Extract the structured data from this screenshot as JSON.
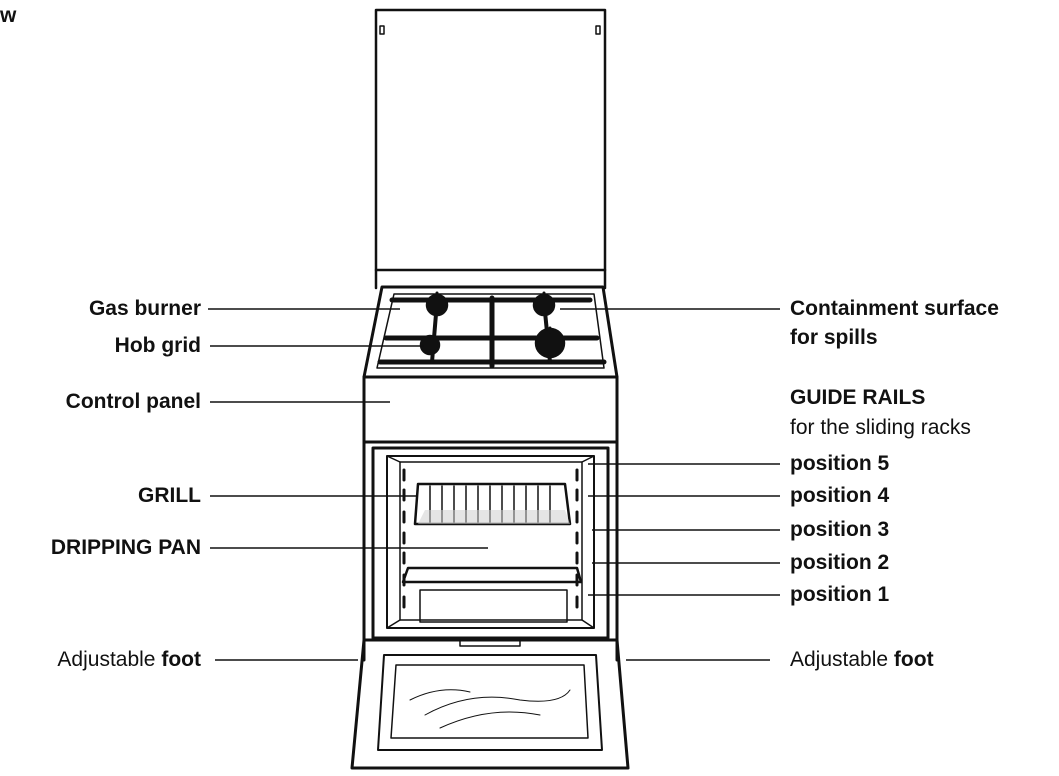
{
  "heading_fragment": "w",
  "labels": {
    "gas_burner": "Gas burner",
    "hob_grid": "Hob grid",
    "control_panel": "Control panel",
    "grill": "GRILL",
    "dripping_pan": "DRIPPING PAN",
    "foot_left": {
      "prefix": "Adjustable",
      "bold": "foot"
    },
    "containment_line1": "Containment surface",
    "containment_line2": "for spills",
    "guide_rails_title": "GUIDE RAILS",
    "guide_rails_sub": "for the sliding racks",
    "positions": [
      "position 5",
      "position 4",
      "position 3",
      "position 2",
      "position 1"
    ],
    "foot_right": {
      "prefix": "Adjustable",
      "bold": "foot"
    }
  },
  "colors": {
    "ink": "#111111",
    "shade": "#cfcfcf",
    "paper": "#ffffff"
  }
}
